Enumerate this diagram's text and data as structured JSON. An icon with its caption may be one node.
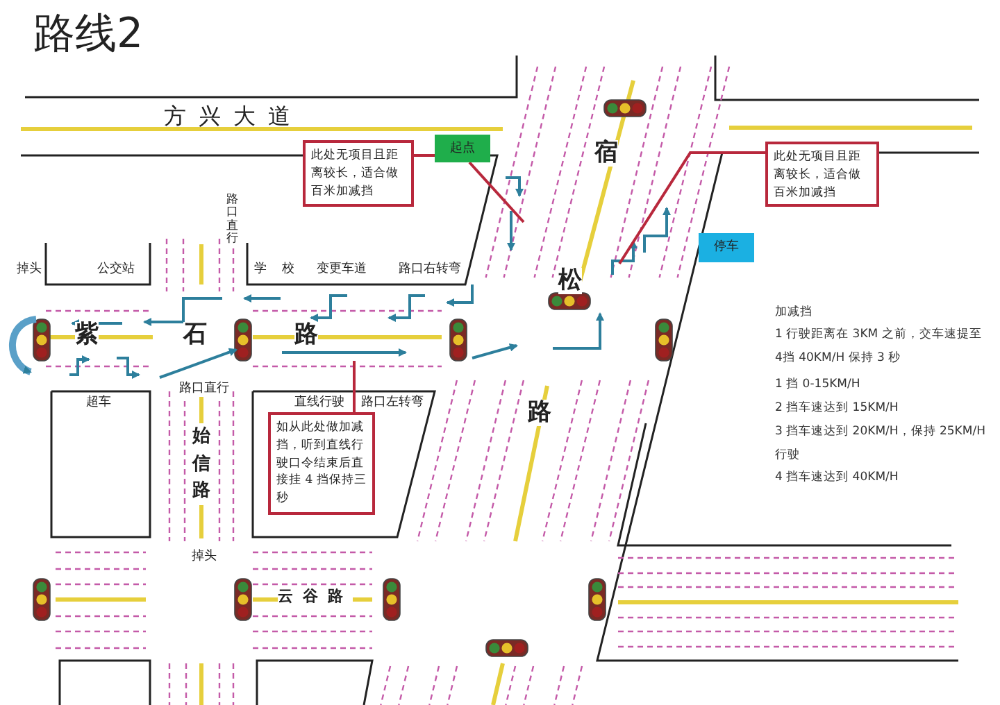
{
  "diagram": {
    "title": "路线2",
    "nodes": [
      {
        "text": [
          "此处无项目且距离较长，适合做百米加减挡"
        ]
      },
      {
        "text": [
          "起点"
        ]
      },
      {
        "text": [
          "此处无项目且距离较长，适合做百米加减挡"
        ]
      },
      {
        "text": [
          "停车"
        ]
      },
      {
        "text": [
          "如从此处做加减挡，听到直线行驶口令结束后直接挂 4 挡保持三秒"
        ]
      }
    ],
    "edges": [
      {
        "from": 0,
        "to": 1,
        "arrow": "none"
      },
      {
        "from": 1,
        "to": null,
        "arrow": "none"
      },
      {
        "from": 2,
        "to": null,
        "arrow": "none"
      },
      {
        "from": 4,
        "to": null,
        "arrow": "none"
      }
    ],
    "labels": [
      "方兴大道",
      "宿",
      "掉头",
      "公交站",
      "路口直行",
      "学 校",
      "变更车道",
      "路口右转弯",
      "松",
      "紫",
      "石",
      "路",
      "超车",
      "路口直行",
      "直线行驶",
      "路口左转弯",
      "路",
      "始信路",
      "掉头",
      "云谷路",
      "加减挡",
      "1 行驶距离在 3KM 之前，交车速提至4挡 40KM/H 保持 3 秒",
      "1 挡 0-15KM/H",
      "2 挡车速达到 15KM/H",
      "3 挡车速达到 20KM/H，保持 25KM/H 行驶",
      "4 挡车速达到 40KM/H"
    ]
  }
}
